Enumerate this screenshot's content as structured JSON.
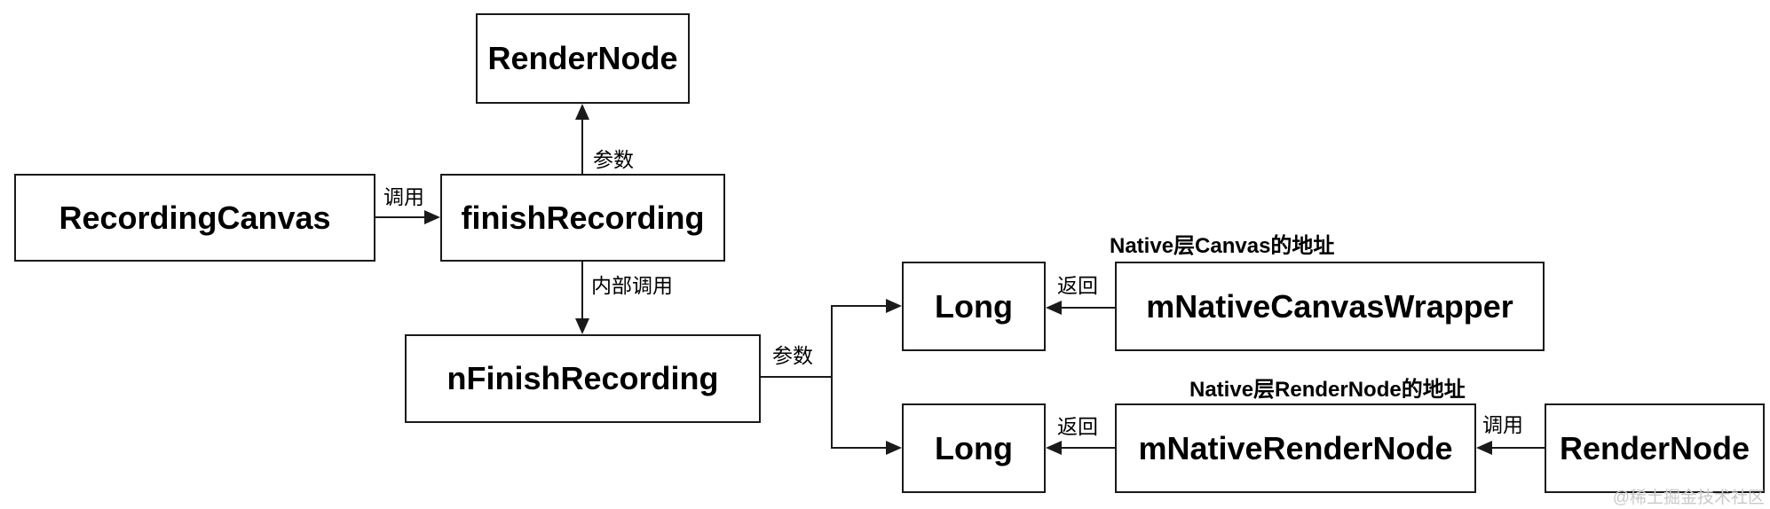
{
  "diagram": {
    "nodes": {
      "render_node_top": "RenderNode",
      "recording_canvas": "RecordingCanvas",
      "finish_recording": "finishRecording",
      "n_finish_recording": "nFinishRecording",
      "long_top": "Long",
      "long_bottom": "Long",
      "m_native_canvas_wrapper": "mNativeCanvasWrapper",
      "m_native_render_node": "mNativeRenderNode",
      "render_node_right": "RenderNode"
    },
    "edge_labels": {
      "call_recording_to_finish": "调用",
      "param_finish_to_rendernode": "参数",
      "internal_call": "内部调用",
      "param_nfinish": "参数",
      "return_canvas_wrapper": "返回",
      "return_render_node": "返回",
      "call_rendernode_to_mnative": "调用"
    },
    "annotations": {
      "canvas_address": "Native层Canvas的地址",
      "render_node_address": "Native层RenderNode的地址"
    },
    "watermark": "@稀土掘金技术社区",
    "colors": {
      "stroke": "#1a1a1a",
      "text": "#000000",
      "background": "#ffffff",
      "watermark": "#c9c9c9"
    }
  }
}
